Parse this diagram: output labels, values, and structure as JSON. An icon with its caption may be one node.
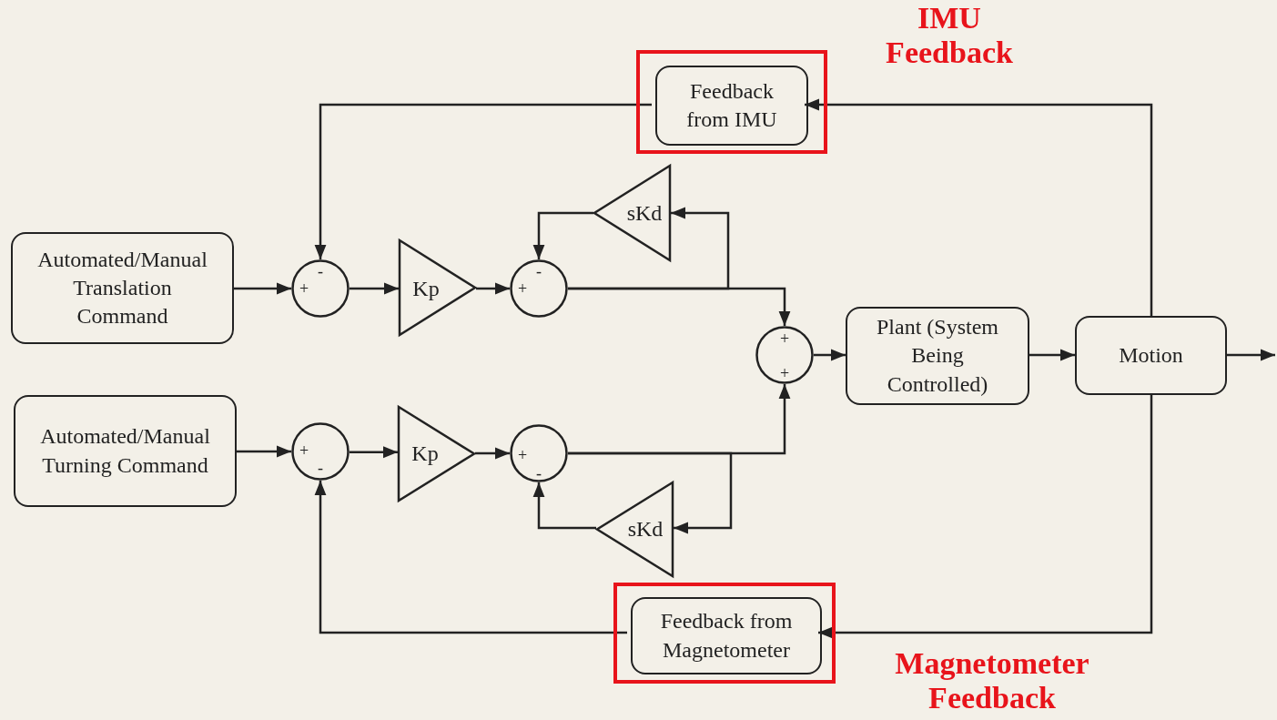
{
  "diagram": {
    "nodes": [
      {
        "text": [
          "IMU Feedback"
        ]
      },
      {
        "text": [
          "Feedback from IMU"
        ],
        "in": 0
      },
      {
        "text": [
          "Automated/Manual Translation Command"
        ]
      },
      {
        "text": [
          "-",
          "+"
        ]
      },
      {
        "text": [
          "Kp"
        ]
      },
      {
        "text": [
          "-",
          "+"
        ]
      },
      {
        "text": [
          "sKd"
        ]
      },
      {
        "text": [
          "+",
          "+"
        ]
      },
      {
        "text": [
          "Plant (System Being Controlled)"
        ]
      },
      {
        "text": [
          "Motion"
        ]
      },
      {
        "text": [
          "Automated/Manual Turning Command"
        ]
      },
      {
        "text": [
          "+",
          "-"
        ]
      },
      {
        "text": [
          "Kp"
        ]
      },
      {
        "text": [
          "+",
          "-"
        ]
      },
      {
        "text": [
          "sKd"
        ]
      },
      {
        "text": [
          "Magnetometer Feedback"
        ]
      },
      {
        "text": [
          "Feedback from Magnetometer"
        ],
        "in": 15
      }
    ],
    "edges": [
      {
        "from": 2,
        "to": 3,
        "arrow": "to"
      },
      {
        "from": 3,
        "to": 4,
        "arrow": "to"
      },
      {
        "from": 4,
        "to": 5,
        "arrow": "to"
      },
      {
        "from": 5,
        "to": 7,
        "arrow": "to"
      },
      {
        "from": 5,
        "to": 6,
        "arrow": "to"
      },
      {
        "from": 6,
        "to": 5,
        "arrow": "to"
      },
      {
        "from": 7,
        "to": 8,
        "arrow": "to"
      },
      {
        "from": 8,
        "to": 9,
        "arrow": "to"
      },
      {
        "from": 9,
        "to": null,
        "arrow": "to"
      },
      {
        "from": 9,
        "to": 1,
        "arrow": "to"
      },
      {
        "from": 1,
        "to": 3,
        "arrow": "to"
      },
      {
        "from": 10,
        "to": 11,
        "arrow": "to"
      },
      {
        "from": 11,
        "to": 12,
        "arrow": "to"
      },
      {
        "from": 12,
        "to": 13,
        "arrow": "to"
      },
      {
        "from": 13,
        "to": 7,
        "arrow": "to"
      },
      {
        "from": 13,
        "to": 14,
        "arrow": "to"
      },
      {
        "from": 14,
        "to": 13,
        "arrow": "to"
      },
      {
        "from": 9,
        "to": 16,
        "arrow": "to"
      },
      {
        "from": 16,
        "to": 11,
        "arrow": "to"
      }
    ]
  }
}
